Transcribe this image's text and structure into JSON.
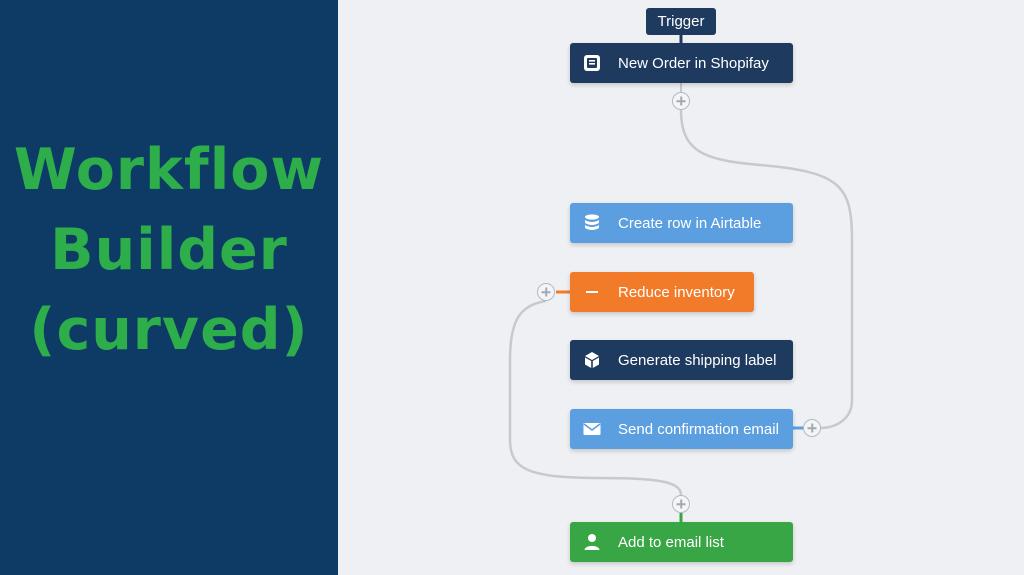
{
  "title_lines": [
    "Workflow",
    "Builder",
    "(curved)"
  ],
  "trigger_label": "Trigger",
  "nodes": [
    {
      "label": "New Order in Shopifay",
      "icon": "shopify-bag-icon"
    },
    {
      "label": "Create row in Airtable",
      "icon": "database-icon"
    },
    {
      "label": "Reduce inventory",
      "icon": "minus-icon"
    },
    {
      "label": "Generate shipping label",
      "icon": "box-icon"
    },
    {
      "label": "Send confirmation email",
      "icon": "envelope-icon"
    },
    {
      "label": "Add to email list",
      "icon": "user-icon"
    }
  ],
  "colors": {
    "panel": "#0d3b66",
    "title": "#2ead4b",
    "dark_node": "#1e3a5f",
    "blue_node": "#5b9fe0",
    "orange_node": "#f27b2a",
    "green_node": "#39a646",
    "connector": "#c5cad1"
  }
}
